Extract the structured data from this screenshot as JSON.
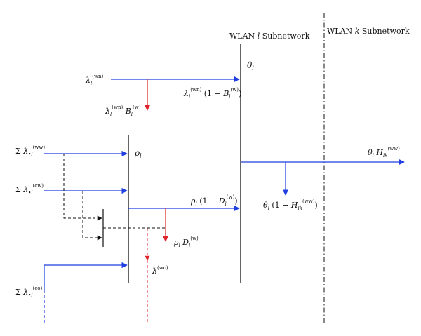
{
  "headers": {
    "wlan_l": "WLAN l  Subnetwork",
    "wlan_k": "WLAN k  Subnetwork"
  },
  "labels": {
    "lambda_wn": "λl(wn)",
    "lambda_wn_pass": "λl(wn) (1 − Bl(w))",
    "lambda_wn_block": "λl(wn) Bl(w)",
    "theta_l": "θl",
    "theta_out": "θl Hlk(ww)",
    "theta_drop": "θl (1 − Hlk(ww))",
    "rho_l": "ρl",
    "rho_pass": "ρl (1 − Dl(w))",
    "rho_drop": "ρl Dl(w)",
    "lambda_wo": "λ(wo)",
    "sum_ww": "Σ λ•l(ww)",
    "sum_cw": "Σ λ•l(cw)",
    "sum_co": "Σ λ•l(co)"
  },
  "colors": {
    "flow": "#1f3fe0",
    "loss": "#e0242b",
    "line": "#111111"
  }
}
